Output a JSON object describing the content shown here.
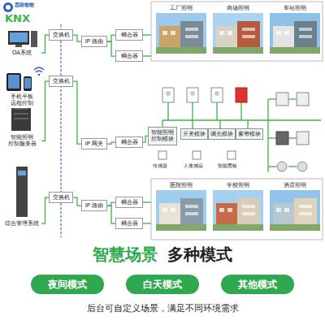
{
  "diagram": {
    "title": "智慧场景",
    "caption": "后台可自定义场景，满足不同环境需求",
    "nodes": [
      {
        "text": [
          "OA系统"
        ]
      },
      {
        "text": [
          "手机平板 远程控制"
        ]
      },
      {
        "text": [
          "智能照明 控制服务器"
        ]
      },
      {
        "text": [
          "综合管理系统"
        ]
      },
      {
        "text": [
          "交换机"
        ]
      },
      {
        "text": [
          "交换机"
        ]
      },
      {
        "text": [
          "交换机"
        ]
      },
      {
        "text": [
          "IP 路由"
        ]
      },
      {
        "text": [
          "IP 网关"
        ]
      },
      {
        "text": [
          "IP 路由"
        ]
      },
      {
        "text": [
          "耦合器"
        ]
      },
      {
        "text": [
          "耦合器"
        ]
      },
      {
        "text": [
          "耦合器"
        ]
      },
      {
        "text": [
          "耦合器"
        ]
      },
      {
        "text": [
          "耦合器"
        ]
      },
      {
        "text": [
          "工厂照明"
        ]
      },
      {
        "text": [
          "商场照明"
        ]
      },
      {
        "text": [
          "车站照明"
        ]
      },
      {
        "text": [
          "智能照明 控制模块"
        ]
      },
      {
        "text": [
          "开关模块"
        ]
      },
      {
        "text": [
          "调光模块"
        ]
      },
      {
        "text": [
          "窗帘模块"
        ]
      },
      {
        "text": [
          "医院照明"
        ]
      },
      {
        "text": [
          "学校照明"
        ]
      },
      {
        "text": [
          "酒店照明"
        ]
      },
      {
        "text": [
          "夜间模式"
        ]
      },
      {
        "text": [
          "白天模式"
        ]
      },
      {
        "text": [
          "其他模式"
        ]
      }
    ],
    "edges": [
      {
        "from": 0,
        "to": 4,
        "arrow": "none"
      },
      {
        "from": 2,
        "to": 5,
        "arrow": "none"
      },
      {
        "from": 3,
        "to": 6,
        "arrow": "none"
      },
      {
        "from": 4,
        "to": 7,
        "arrow": "none"
      },
      {
        "from": 5,
        "to": 8,
        "arrow": "none"
      },
      {
        "from": 6,
        "to": 9,
        "arrow": "none"
      },
      {
        "from": 7,
        "to": 10,
        "arrow": "none"
      },
      {
        "from": 7,
        "to": 11,
        "arrow": "none"
      },
      {
        "from": 8,
        "to": 12,
        "arrow": "none"
      },
      {
        "from": 9,
        "to": 13,
        "arrow": "none"
      },
      {
        "from": 9,
        "to": 14,
        "arrow": "none"
      },
      {
        "from": 12,
        "to": 18,
        "arrow": "none"
      }
    ],
    "labels": [
      "思朗智能",
      "KNX",
      "多种模式",
      "传感器",
      "人体感应",
      "智能面板"
    ]
  }
}
